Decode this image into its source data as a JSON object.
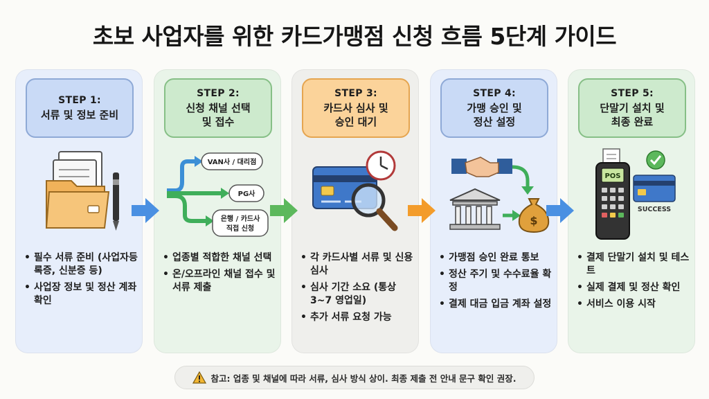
{
  "title": "초보 사업자를 위한 카드가맹점 신청 흐름 5단계 가이드",
  "steps": [
    {
      "label": "STEP 1:",
      "title_lines": [
        "서류 및 정보 준비"
      ],
      "bullets": [
        "필수 서류 준비 (사업자등록증, 신분증 등)",
        "사업장 정보 및 정산 계좌 확인"
      ],
      "bg": "#e7eefb",
      "head_bg": "#c9daf6",
      "head_border": "#8ea9d6"
    },
    {
      "label": "STEP 2:",
      "title_lines": [
        "신청 채널 선택",
        "및 접수"
      ],
      "bullets": [
        "업종별 적합한 채널 선택",
        "온/오프라인 채널 접수 및 서류 제출"
      ],
      "channels": [
        "VAN사 / 대리점",
        "PG사",
        "은행 / 카드사",
        "직접 신청"
      ],
      "bg": "#e9f4e9",
      "head_bg": "#cdeacd",
      "head_border": "#86bf86"
    },
    {
      "label": "STEP 3:",
      "title_lines": [
        "카드사 심사 및",
        "승인 대기"
      ],
      "bullets": [
        "각 카드사별 서류 및 신용 심사",
        "심사 기간 소요 (통상 3~7 영업일)",
        "추가 서류 요청 가능"
      ],
      "bg": "#efefec",
      "head_bg": "#fbd39a",
      "head_border": "#e5a550"
    },
    {
      "label": "STEP 4:",
      "title_lines": [
        "가맹 승인 및",
        "정산 설정"
      ],
      "bullets": [
        "가맹점 승인 완료 통보",
        "정산 주기 및 수수료율 확정",
        "결제 대금 입금 계좌 설정"
      ],
      "bg": "#e7eefb",
      "head_bg": "#c9daf6",
      "head_border": "#8ea9d6"
    },
    {
      "label": "STEP 5:",
      "title_lines": [
        "단말기 설치 및",
        "최종 완료"
      ],
      "bullets": [
        "결제 단말기 설치 및 테스트",
        "실제 결제 및 정산 확인",
        "서비스 이용 시작"
      ],
      "terminal_screen": "POS",
      "success_text": "SUCCESS",
      "bg": "#e9f4e9",
      "head_bg": "#cdeacd",
      "head_border": "#86bf86"
    }
  ],
  "arrow_colors": [
    "#4a90e2",
    "#5cb85c",
    "#f39c2b",
    "#4a90e2"
  ],
  "footer": {
    "icon": "warning-icon",
    "text": "참고: 업종 및 채널에 따라 서류, 심사 방식 상이. 최종 제출 전 안내 문구 확인 권장."
  }
}
